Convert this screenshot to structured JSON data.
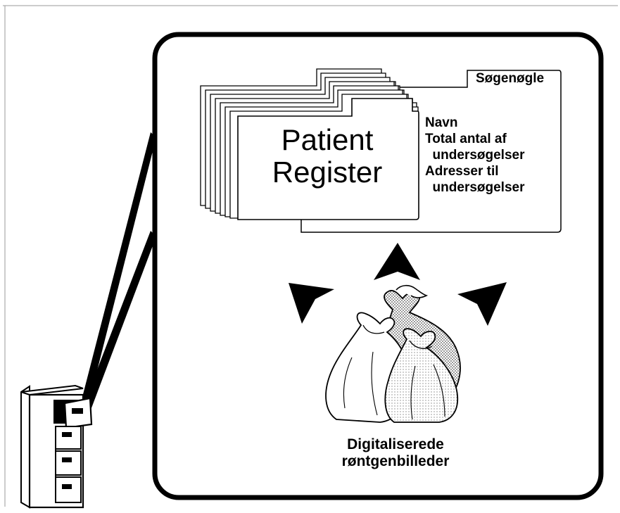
{
  "register": {
    "title_line1": "Patient",
    "title_line2": "Register",
    "search_key": "Søgenøgle",
    "fields": [
      "Navn",
      "Total antal af",
      "  undersøgelser",
      "Adresser til",
      "  undersøgelser"
    ]
  },
  "images": {
    "caption_line1": "Digitaliserede",
    "caption_line2": "røntgenbilleder"
  }
}
